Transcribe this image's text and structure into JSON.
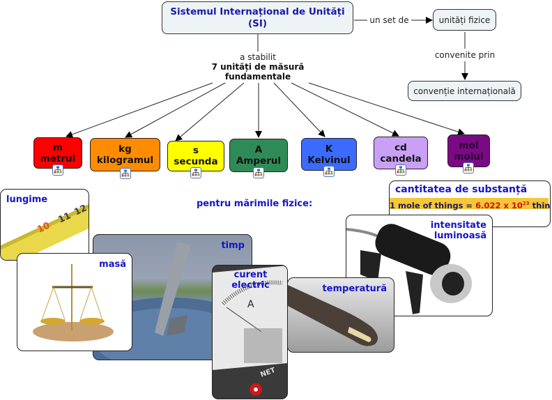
{
  "root": {
    "line1": "Sistemul Internațional de Unități",
    "line2": "(SI)"
  },
  "links": {
    "set_of": "un set de",
    "agreed_by": "convenite prin",
    "established": "a stabilit",
    "fundamental_line1": "7 unități de măsură",
    "fundamental_line2": "fundamentale"
  },
  "concepts": {
    "physical_units": "unități fizice",
    "international_convention": "convenție internațională"
  },
  "units": [
    {
      "symbol": "m",
      "name": "metrul",
      "color": "#ff0000"
    },
    {
      "symbol": "kg",
      "name": "kilogramul",
      "color": "#ff8c00"
    },
    {
      "symbol": "s",
      "name": "secunda",
      "color": "#ffff00"
    },
    {
      "symbol": "A",
      "name": "Amperul",
      "color": "#2e8b57"
    },
    {
      "symbol": "K",
      "name": "Kelvinul",
      "color": "#3b6bff"
    },
    {
      "symbol": "cd",
      "name": "candela",
      "color": "#c9a0f5"
    },
    {
      "symbol": "mol",
      "name": "molul",
      "color": "#7a0a84"
    }
  ],
  "quantities_heading": "pentru mărimile fizice:",
  "quantities": {
    "length": "lungime",
    "mass": "masă",
    "time": "timp",
    "current_line1": "curent",
    "current_line2": "electric",
    "temperature": "temperatură",
    "luminous_line1": "intensitate",
    "luminous_line2": "luminoasă",
    "substance": "cantitatea de substanță",
    "mole_banner": {
      "left": "1 mole of things = ",
      "value": "6.022 x 10",
      "exp": "23",
      "right": " things"
    }
  },
  "icons": {
    "submap": "submap-icon"
  }
}
